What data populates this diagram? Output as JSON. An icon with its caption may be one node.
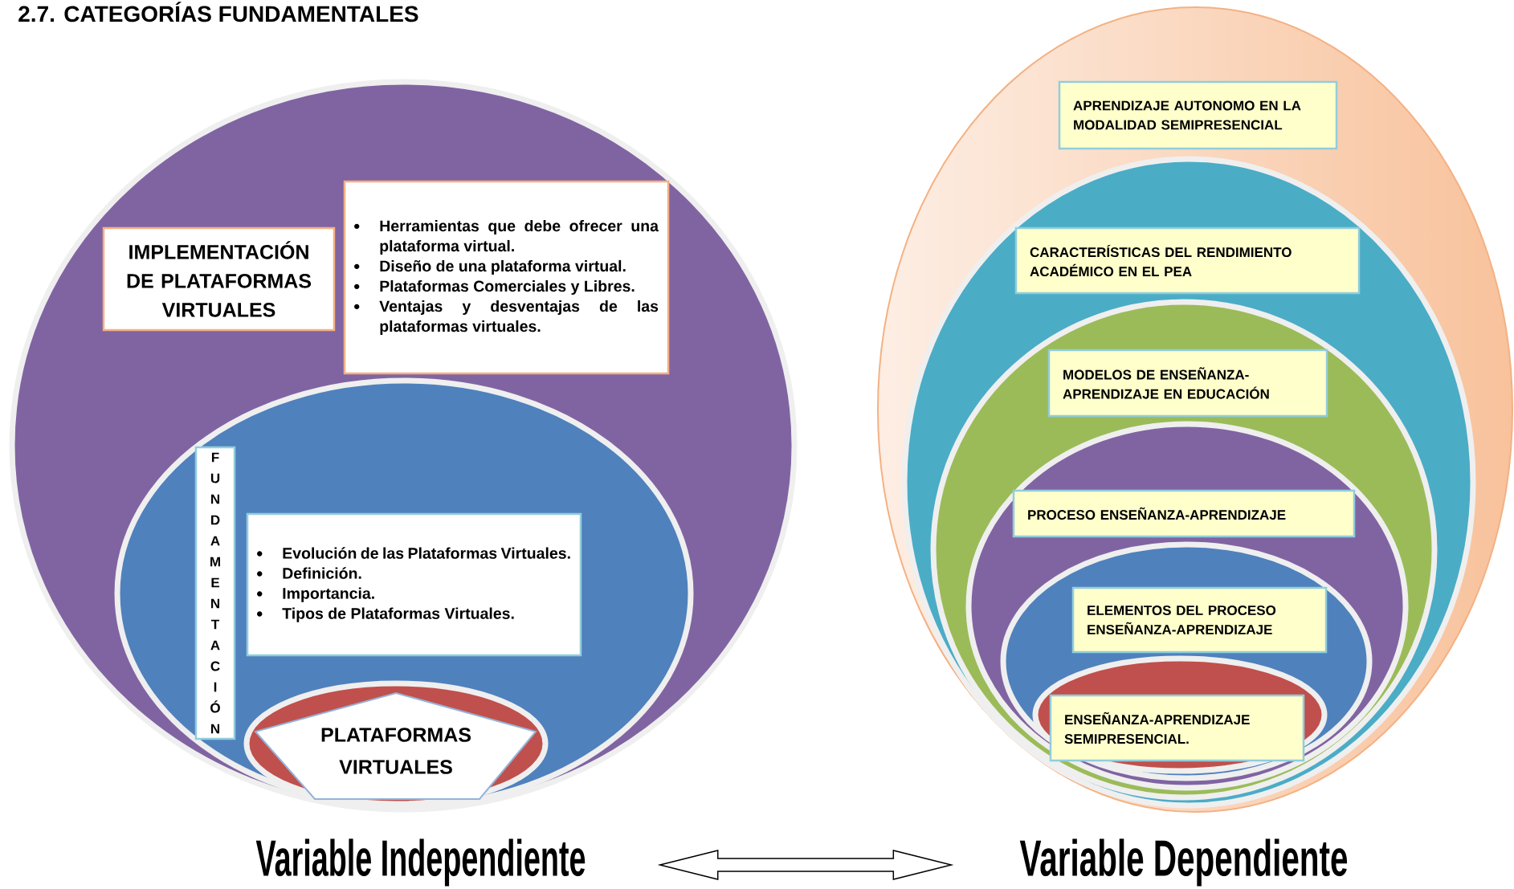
{
  "diagram": {
    "title": "2.7. CATEGORÍAS FUNDAMENTALES",
    "nodes": [
      {
        "text": [],
        "shape": "ellipse"
      },
      {
        "text": [
          "IMPLEMENTACIÓN DE PLATAFORMAS VIRTUALES"
        ],
        "in": 0
      },
      {
        "text": [
          "Herramientas que debe ofrecer una plataforma virtual.",
          "Diseño de una plataforma virtual.",
          "Plataformas Comerciales y Libres.",
          "Ventajas y desventajas de las plataformas virtuales."
        ],
        "in": 0
      },
      {
        "text": [],
        "shape": "ellipse",
        "in": 0
      },
      {
        "text": [
          "FUNDAMENTACIÓN"
        ],
        "in": 3
      },
      {
        "text": [
          "Evolución de las Plataformas Virtuales.",
          "Definición.",
          "Importancia.",
          "Tipos de Plataformas Virtuales."
        ],
        "in": 3
      },
      {
        "text": [],
        "shape": "ellipse",
        "in": 3
      },
      {
        "text": [
          "PLATAFORMAS VIRTUALES"
        ],
        "in": 6
      },
      {
        "text": [],
        "shape": "ellipse"
      },
      {
        "text": [
          "APRENDIZAJE AUTONOMO EN LA MODALIDAD SEMIPRESENCIAL"
        ],
        "in": 8
      },
      {
        "text": [],
        "shape": "ellipse",
        "in": 8
      },
      {
        "text": [
          "CARACTERÍSTICAS DEL RENDIMIENTO ACADÉMICO EN EL PEA"
        ],
        "in": 10
      },
      {
        "text": [],
        "shape": "ellipse",
        "in": 10
      },
      {
        "text": [
          "MODELOS DE ENSEÑANZA-APRENDIZAJE EN EDUCACIÓN"
        ],
        "in": 12
      },
      {
        "text": [],
        "shape": "ellipse",
        "in": 12
      },
      {
        "text": [
          "PROCESO ENSEÑANZA-APRENDIZAJE"
        ],
        "in": 14
      },
      {
        "text": [],
        "shape": "ellipse",
        "in": 14
      },
      {
        "text": [
          "ELEMENTOS DEL PROCESO ENSEÑANZA-APRENDIZAJE"
        ],
        "in": 16
      },
      {
        "text": [],
        "shape": "ellipse",
        "in": 16
      },
      {
        "text": [
          "ENSEÑANZA-APRENDIZAJE SEMIPRESENCIAL."
        ],
        "in": 18
      },
      {
        "text": [
          "Variable Independiente"
        ]
      },
      {
        "text": [
          "Variable Dependiente"
        ]
      }
    ],
    "edges": [
      {
        "from": 20,
        "to": 21,
        "arrow": "both"
      }
    ]
  }
}
